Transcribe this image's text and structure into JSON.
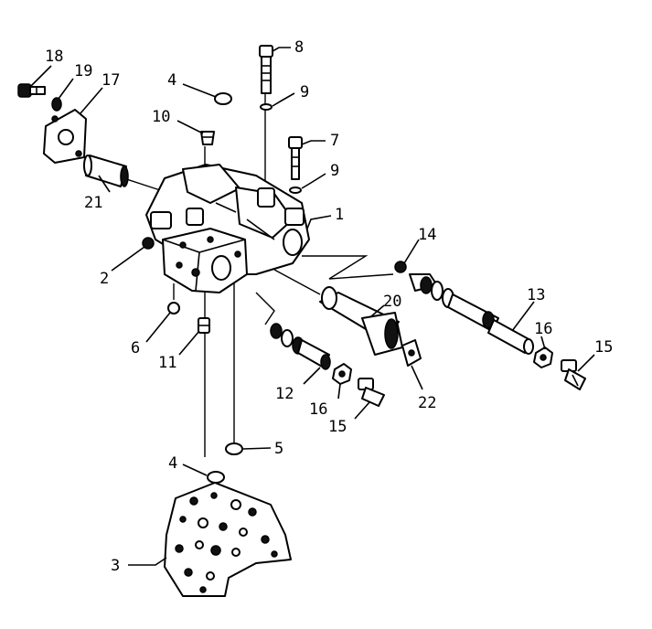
{
  "diagram": {
    "callouts": [
      {
        "id": "c18",
        "text": "18"
      },
      {
        "id": "c19",
        "text": "19"
      },
      {
        "id": "c17",
        "text": "17"
      },
      {
        "id": "c4a",
        "text": "4"
      },
      {
        "id": "c8",
        "text": "8"
      },
      {
        "id": "c9a",
        "text": "9"
      },
      {
        "id": "c10",
        "text": "10"
      },
      {
        "id": "c7",
        "text": "7"
      },
      {
        "id": "c9b",
        "text": "9"
      },
      {
        "id": "c21",
        "text": "21"
      },
      {
        "id": "c1",
        "text": "1"
      },
      {
        "id": "c14",
        "text": "14"
      },
      {
        "id": "c2",
        "text": "2"
      },
      {
        "id": "c20",
        "text": "20"
      },
      {
        "id": "c13",
        "text": "13"
      },
      {
        "id": "c6",
        "text": "6"
      },
      {
        "id": "c16a",
        "text": "16"
      },
      {
        "id": "c15a",
        "text": "15"
      },
      {
        "id": "c11",
        "text": "11"
      },
      {
        "id": "c12",
        "text": "12"
      },
      {
        "id": "c22",
        "text": "22"
      },
      {
        "id": "c16b",
        "text": "16"
      },
      {
        "id": "c15b",
        "text": "15"
      },
      {
        "id": "c5",
        "text": "5"
      },
      {
        "id": "c4b",
        "text": "4"
      },
      {
        "id": "c3",
        "text": "3"
      }
    ]
  }
}
